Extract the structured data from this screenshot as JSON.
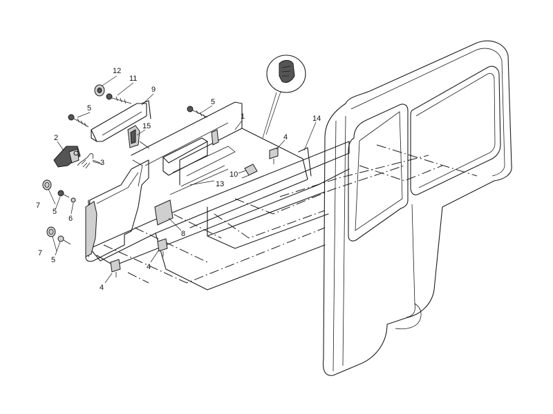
{
  "callouts": {
    "c1": "1",
    "c2": "2",
    "c3": "3",
    "c4a": "4",
    "c4b": "4",
    "c4c": "4",
    "c5a": "5",
    "c5b": "5",
    "c5c": "5",
    "c5d": "5",
    "c6": "6",
    "c7a": "7",
    "c7b": "7",
    "c8": "8",
    "c9": "9",
    "c10": "10",
    "c11": "11",
    "c12": "12",
    "c13": "13",
    "c14": "14",
    "c15": "15"
  },
  "colors": {
    "line": "#1a1a1a",
    "part_fill": "#cfcfcf",
    "background": "#ffffff"
  }
}
